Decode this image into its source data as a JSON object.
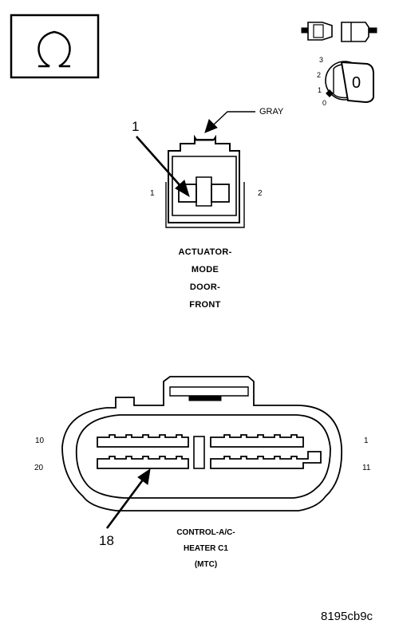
{
  "symbols": {
    "ohm": "ohmmeter-icon",
    "connector": "connector-separate-icon",
    "key": "ignition-key-icon"
  },
  "ignition": {
    "positions": [
      "3",
      "2",
      "1",
      "0"
    ],
    "key_label": "0"
  },
  "actuator": {
    "wire_color": "GRAY",
    "callout": "1",
    "pin_left": "1",
    "pin_right": "2",
    "caption": [
      "ACTUATOR-",
      "MODE",
      "DOOR-",
      "FRONT"
    ]
  },
  "control_module": {
    "pin_top_left": "10",
    "pin_bottom_left": "20",
    "pin_top_right": "1",
    "pin_bottom_right": "11",
    "callout": "18",
    "caption": [
      "CONTROL-A/C-",
      "HEATER C1",
      "(MTC)"
    ]
  },
  "figure_id": "8195cb9c"
}
